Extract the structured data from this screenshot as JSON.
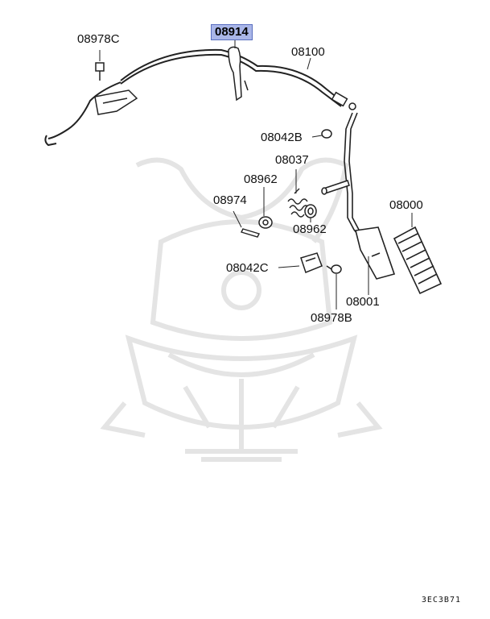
{
  "diagram": {
    "diagram_code": "3EC3B71",
    "colors": {
      "highlight": "#a9b6e8",
      "line": "#222222",
      "watermark": "#e6e6e6"
    },
    "callouts": [
      {
        "id": "08914",
        "label": "08914",
        "highlighted": true
      },
      {
        "id": "08978C",
        "label": "08978C"
      },
      {
        "id": "08100",
        "label": "08100"
      },
      {
        "id": "08042B",
        "label": "08042B"
      },
      {
        "id": "08037",
        "label": "08037"
      },
      {
        "id": "08962a",
        "label": "08962"
      },
      {
        "id": "08974",
        "label": "08974"
      },
      {
        "id": "08962b",
        "label": "08962"
      },
      {
        "id": "08000",
        "label": "08000"
      },
      {
        "id": "08042C",
        "label": "08042C"
      },
      {
        "id": "08001",
        "label": "08001"
      },
      {
        "id": "08978B",
        "label": "08978B"
      }
    ]
  }
}
